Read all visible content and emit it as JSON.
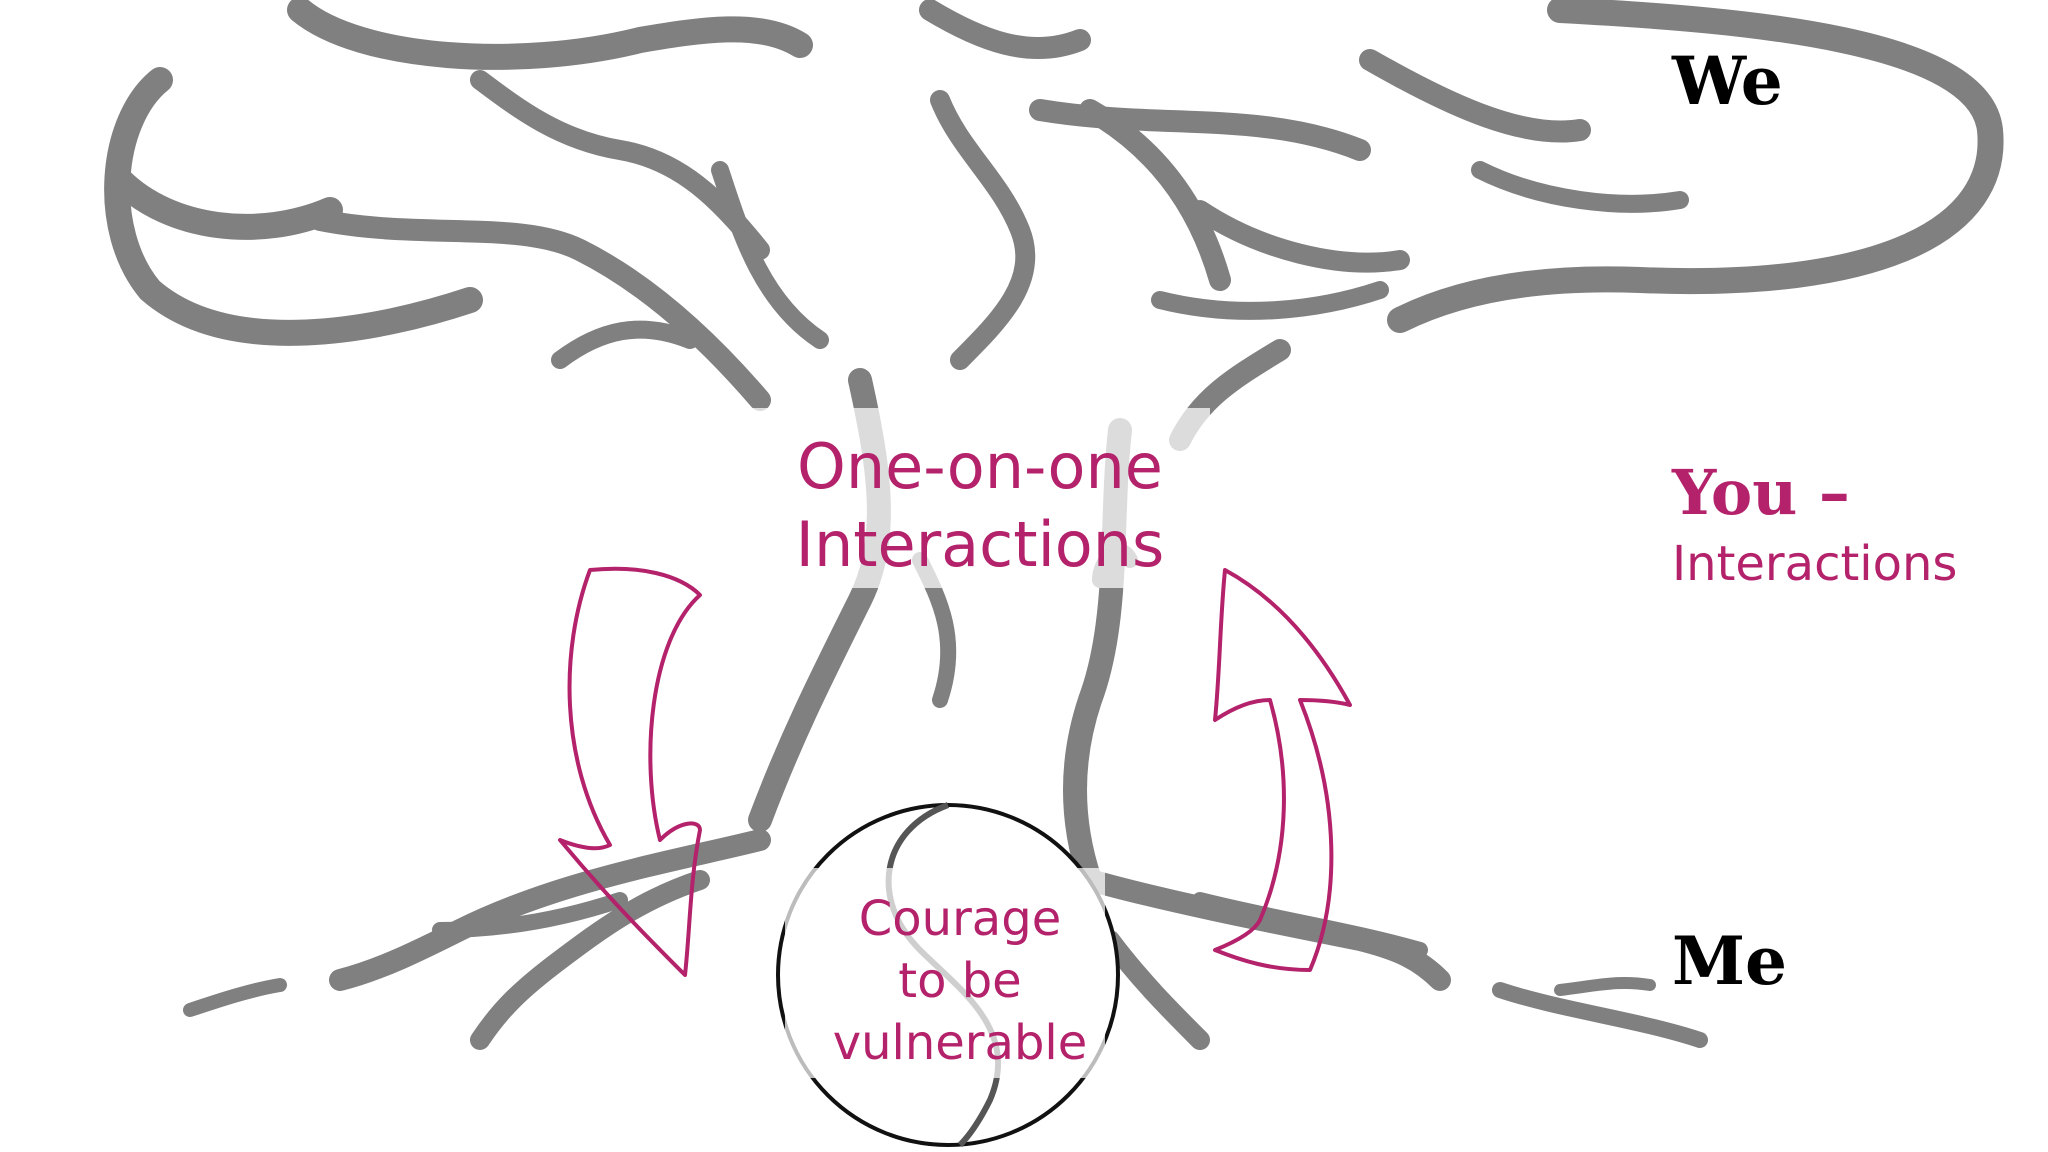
{
  "colors": {
    "accent": "#b3226a",
    "tree": "#808080",
    "text_dark": "#000000"
  },
  "labels": {
    "we": "We",
    "you": "You –",
    "you_sub": "Interactions",
    "me": "Me"
  },
  "center": {
    "line1": "One-on-one",
    "line2": "Interactions"
  },
  "circle": {
    "line1": "Courage",
    "line2": "to be",
    "line3": "vulnerable"
  },
  "icons": [
    "tree-illustration",
    "arrow-down-icon",
    "arrow-up-icon",
    "yin-yang-circle"
  ]
}
